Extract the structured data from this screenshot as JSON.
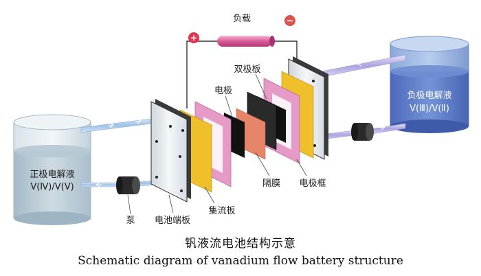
{
  "labels": {
    "load": "负载",
    "plus": "+",
    "minus": "−",
    "bipolar_plate": "双极板",
    "electrode": "电极",
    "membrane": "隔膜",
    "electrode_frame": "电极框",
    "current_collector": "集流板",
    "end_plate": "电池端板",
    "pump": "泵"
  },
  "tanks": {
    "positive_name": "正极电解液",
    "positive_species": "V(Ⅳ)/V(Ⅴ)",
    "negative_name": "负极电解液",
    "negative_species": "V(Ⅲ)/V(Ⅱ)"
  },
  "caption": {
    "zh": "钒液流电池结构示意",
    "en": "Schematic diagram of vanadium flow battery structure"
  },
  "colors": {
    "positive_terminal": "#e3344f",
    "negative_terminal": "#d9534f",
    "frame_pink": "#e69ac6",
    "collector_gold": "#f0c02a",
    "membrane_salmon": "#e7856b",
    "electrode_black": "#111111",
    "tank_left": "#b8ccd8",
    "tank_right": "#5d7ec8",
    "pipe": "#9a9ad8"
  },
  "icons": {
    "pump": "pump-icon",
    "load": "resistor-icon"
  }
}
